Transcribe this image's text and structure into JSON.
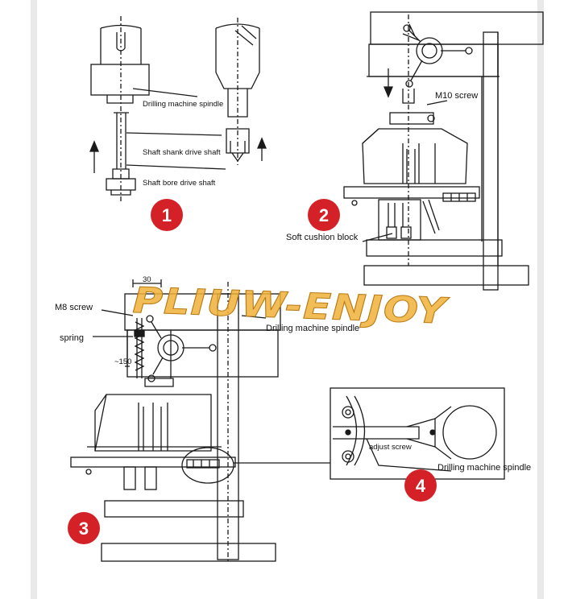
{
  "labels": {
    "drilling_spindle_1": "Drilling machine spindle",
    "shank_drive": "Shaft shank drive shaft",
    "bore_drive": "Shaft bore drive shaft",
    "m10": "M10 screw",
    "soft_cushion": "Soft cushion block",
    "m8": "M8 screw",
    "spring": "spring",
    "dim_30": "30",
    "dim_150": "~150",
    "drilling_spindle_3": "Drilling machine spindle",
    "adjust_screw": "adjust screw",
    "drilling_spindle_4": "Drilling machine spindle"
  },
  "badges": [
    "1",
    "2",
    "3",
    "4"
  ],
  "watermark": "PLIUW-ENJOY",
  "colors": {
    "badge": "#d42027",
    "line": "#1a1a1a",
    "watermark": "#f0b03a"
  }
}
